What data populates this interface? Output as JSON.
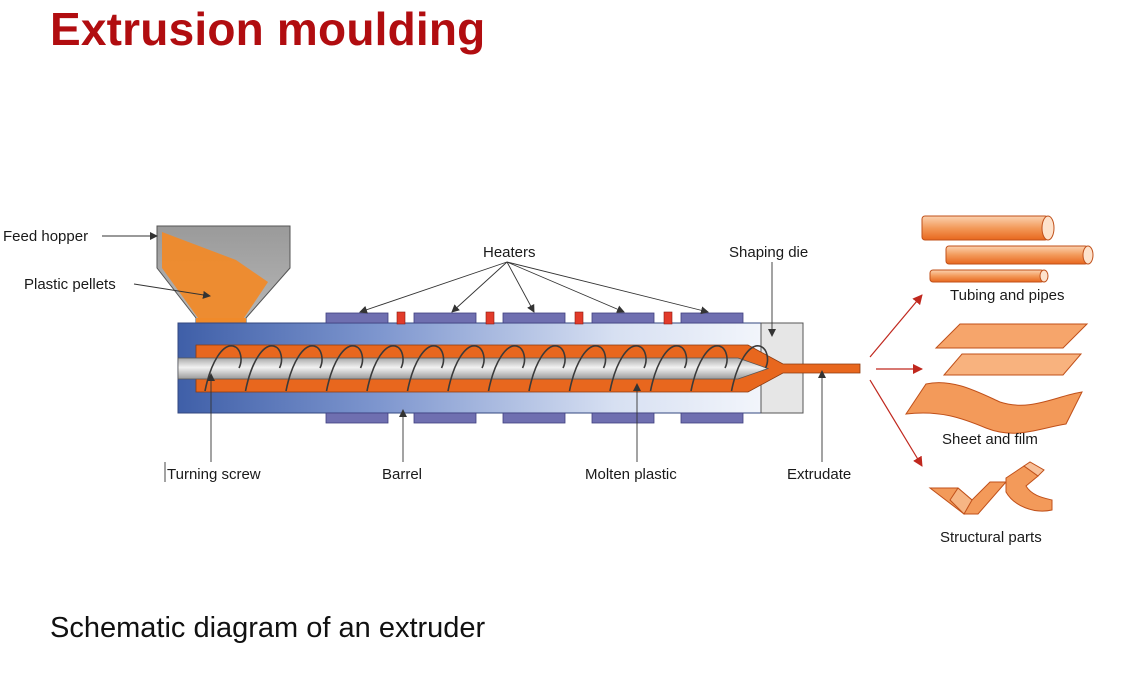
{
  "title": "Extrusion moulding",
  "caption": "Schematic diagram of an extruder",
  "colors": {
    "title": "#b10d10",
    "barrel": "#3f5fa8",
    "heater": "#6f6fb0",
    "molten": "#e8671e",
    "pellets": "#f08a2a",
    "hopper": "#8c8c8c"
  },
  "diagram": {
    "labels": {
      "feed_hopper": "Feed hopper",
      "plastic_pellets": "Plastic pellets",
      "heaters": "Heaters",
      "shaping_die": "Shaping die",
      "turning_screw": "Turning screw",
      "barrel": "Barrel",
      "molten_plastic": "Molten plastic",
      "extrudate": "Extrudate",
      "tubing_and_pipes": "Tubing and pipes",
      "sheet_and_film": "Sheet and film",
      "structural_parts": "Structural parts"
    }
  }
}
